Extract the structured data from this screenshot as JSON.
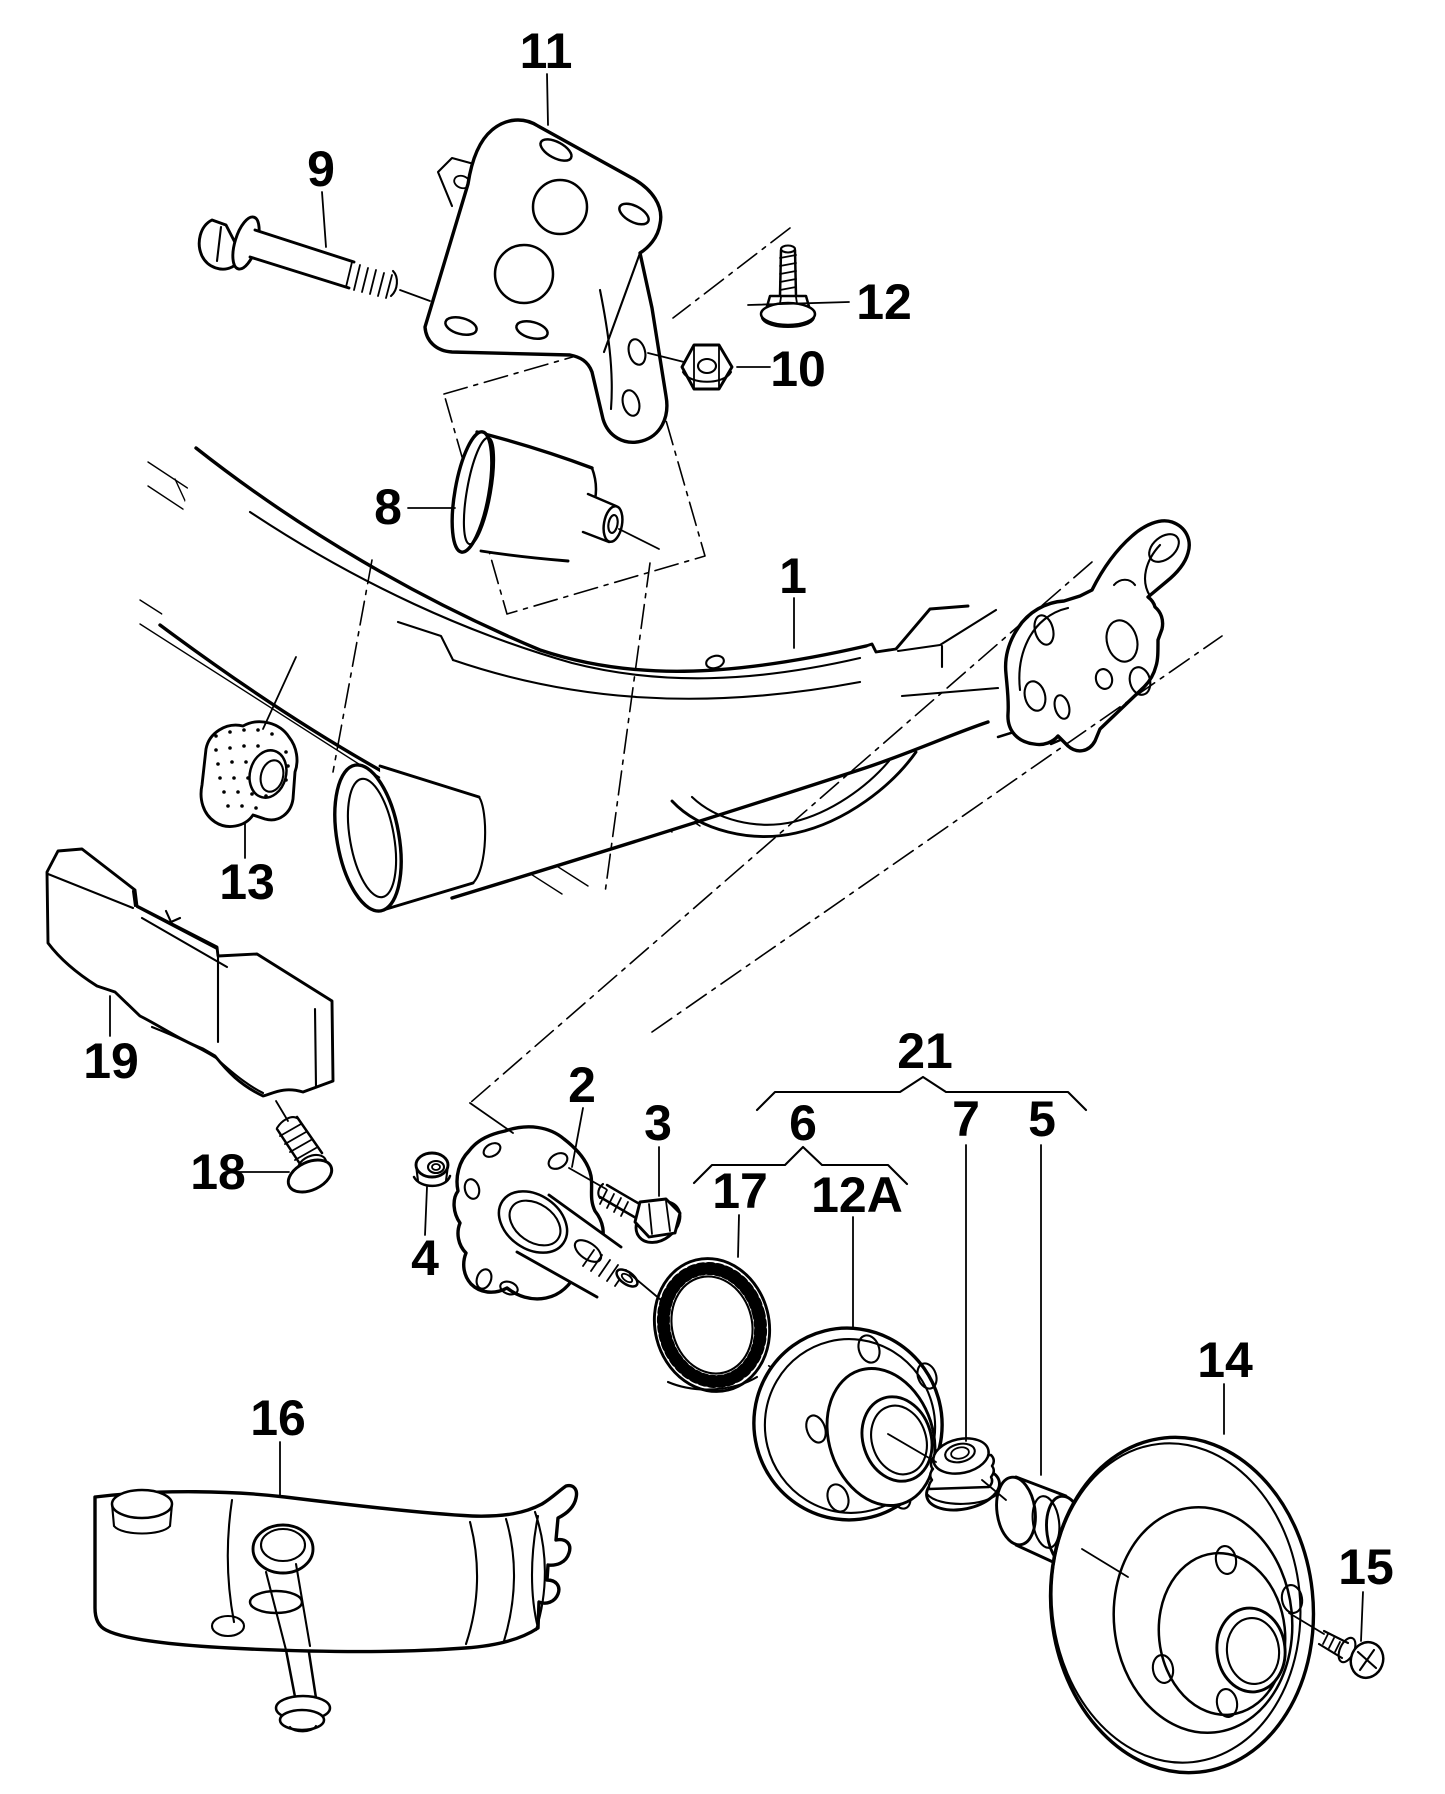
{
  "figure": {
    "kind": "exploded-parts-diagram",
    "background_color": "#ffffff",
    "line_color": "#000000"
  },
  "callouts": [
    {
      "label": "1"
    },
    {
      "label": "2"
    },
    {
      "label": "3"
    },
    {
      "label": "4"
    },
    {
      "label": "5"
    },
    {
      "label": "6"
    },
    {
      "label": "7"
    },
    {
      "label": "8"
    },
    {
      "label": "9"
    },
    {
      "label": "10"
    },
    {
      "label": "11"
    },
    {
      "label": "12"
    },
    {
      "label": "12A"
    },
    {
      "label": "13"
    },
    {
      "label": "14"
    },
    {
      "label": "15"
    },
    {
      "label": "16"
    },
    {
      "label": "17"
    },
    {
      "label": "18"
    },
    {
      "label": "19"
    },
    {
      "label": "21"
    }
  ],
  "groups": [
    {
      "label": "21",
      "members": [
        "6",
        "7",
        "5"
      ]
    },
    {
      "label": "6",
      "members": [
        "17",
        "12A"
      ]
    }
  ]
}
